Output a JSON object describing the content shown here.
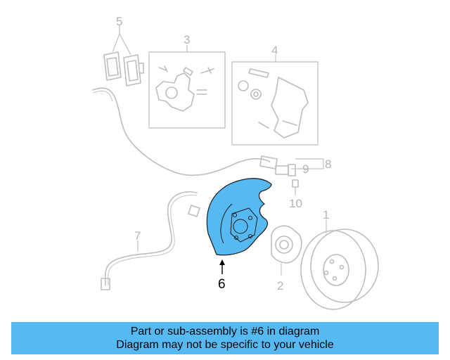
{
  "diagram": {
    "callouts": {
      "c1": "1",
      "c2": "2",
      "c3": "3",
      "c4": "4",
      "c5": "5",
      "c6": "6",
      "c7": "7",
      "c8": "8",
      "c9": "9",
      "c10": "10"
    },
    "highlighted_part": "6",
    "highlight_color": "#56b9f2",
    "part_color": "#bdbdbd"
  },
  "banner": {
    "line1": "Part or sub-assembly is #6 in diagram",
    "line2": "Diagram may not be specific to your vehicle",
    "color": "#56b9f2"
  }
}
